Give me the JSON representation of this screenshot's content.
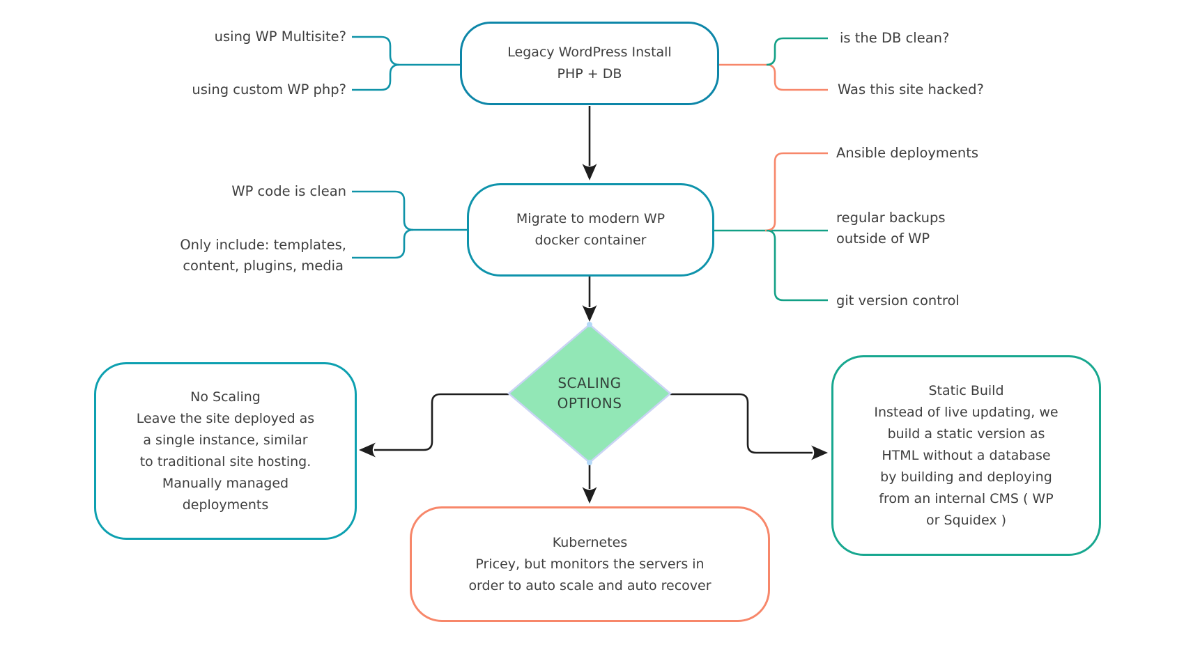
{
  "page": {
    "background": "#ffffff"
  },
  "palette": {
    "teal_blue_border": "#0d86a8",
    "teal_cyan_border": "#0da0b0",
    "green_teal_border": "#17a78f",
    "bracket_teal": "#0f93a8",
    "branch_green": "#12a086",
    "salmon": "#f7876a",
    "connector_black": "#1e1e1e",
    "diamond_fill": "#92e7b6",
    "diamond_border": "#c9d3f4",
    "text": "#3e3e3e"
  },
  "nodes": {
    "legacy": {
      "text": "Legacy WordPress Install\nPHP + DB"
    },
    "migrate": {
      "text": "Migrate to modern WP\ndocker container"
    },
    "scaling_options": {
      "text": "SCALING\nOPTIONS"
    },
    "no_scaling": {
      "text": "No Scaling\nLeave the site deployed as\na single instance, similar\nto traditional site hosting.\nManually managed\ndeployments"
    },
    "kubernetes": {
      "text": "Kubernetes\nPricey, but monitors the servers  in\norder to auto scale and auto recover"
    },
    "static_build": {
      "text": "Static Build\nInstead of live updating, we\nbuild a static version as\nHTML without a database\nby building and deploying\nfrom an internal CMS ( WP\nor Squidex )"
    }
  },
  "labels": {
    "multisite": "using WP Multisite?",
    "custom_php": "using custom WP php?",
    "db_clean": "is the DB clean?",
    "hacked": "Was this site hacked?",
    "code_clean": "WP code is clean",
    "only_include": "Only include: templates,\ncontent, plugins, media",
    "ansible": "Ansible deployments",
    "backups": "regular backups\noutside of WP",
    "git": "git version control"
  }
}
